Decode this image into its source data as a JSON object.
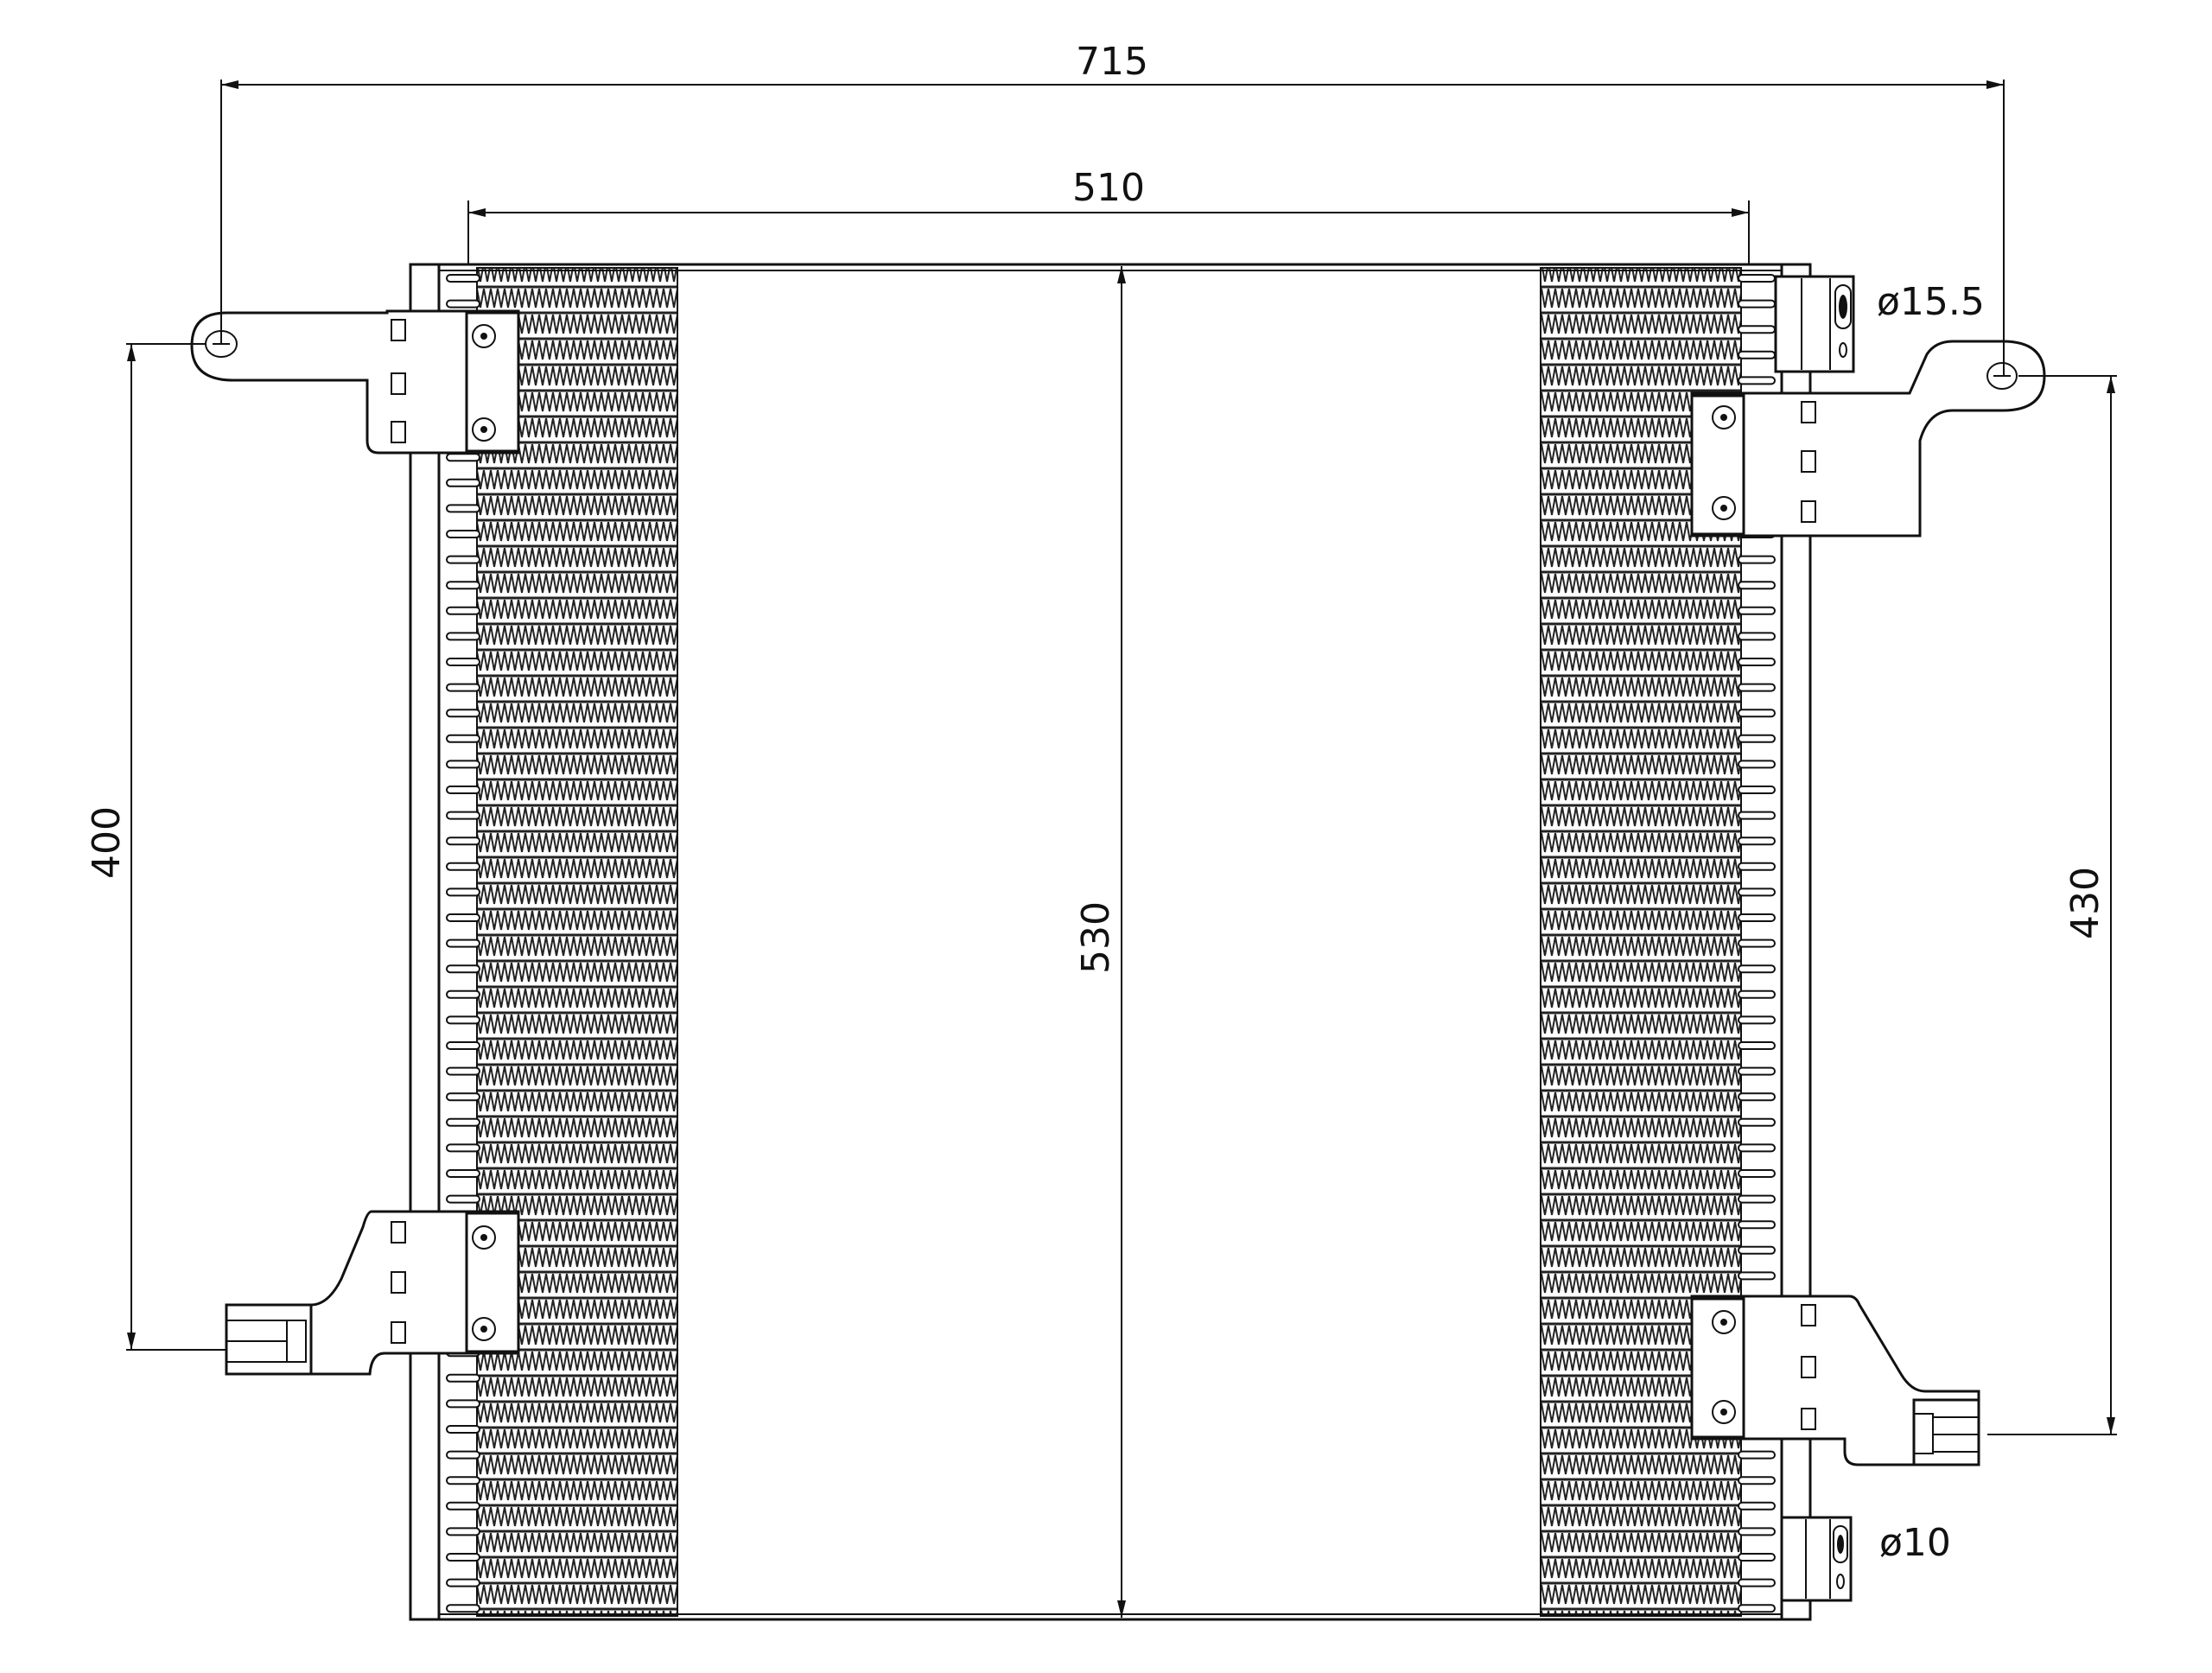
{
  "drawing": {
    "dimensions": {
      "overall_width": "715",
      "core_width": "510",
      "core_height": "530",
      "left_mount_span": "400",
      "right_mount_span": "430",
      "inlet_diameter": "ø15.5",
      "outlet_diameter": "ø10"
    },
    "line_color": "#111111",
    "background_color": "#ffffff"
  }
}
